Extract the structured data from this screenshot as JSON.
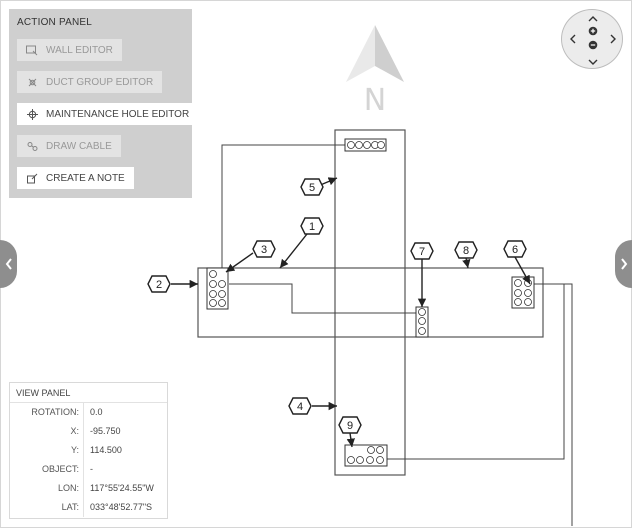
{
  "action_panel": {
    "title": "ACTION PANEL",
    "buttons": [
      {
        "label": "WALL EDITOR",
        "icon": "wall-icon",
        "enabled": false
      },
      {
        "label": "DUCT GROUP EDITOR",
        "icon": "duct-group-icon",
        "enabled": false
      },
      {
        "label": "MAINTENANCE HOLE EDITOR",
        "icon": "maintenance-hole-icon",
        "enabled": true
      },
      {
        "label": "DRAW CABLE",
        "icon": "cable-icon",
        "enabled": false
      },
      {
        "label": "CREATE A NOTE",
        "icon": "note-icon",
        "enabled": true
      }
    ]
  },
  "view_panel": {
    "title": "VIEW PANEL",
    "rows": [
      {
        "label": "ROTATION:",
        "value": "0.0"
      },
      {
        "label": "X:",
        "value": "-95.750"
      },
      {
        "label": "Y:",
        "value": "114.500"
      },
      {
        "label": "OBJECT:",
        "value": "-"
      },
      {
        "label": "LON:",
        "value": "117°55'24.55\"W"
      },
      {
        "label": "LAT:",
        "value": "033°48'52.77\"S"
      }
    ]
  },
  "north_arrow": {
    "label": "N"
  },
  "callouts": [
    "1",
    "2",
    "3",
    "4",
    "5",
    "6",
    "7",
    "8",
    "9"
  ],
  "colors": {
    "panel_bg": "#cfcfcf",
    "line": "#444444",
    "north": "#d0d0d0"
  }
}
